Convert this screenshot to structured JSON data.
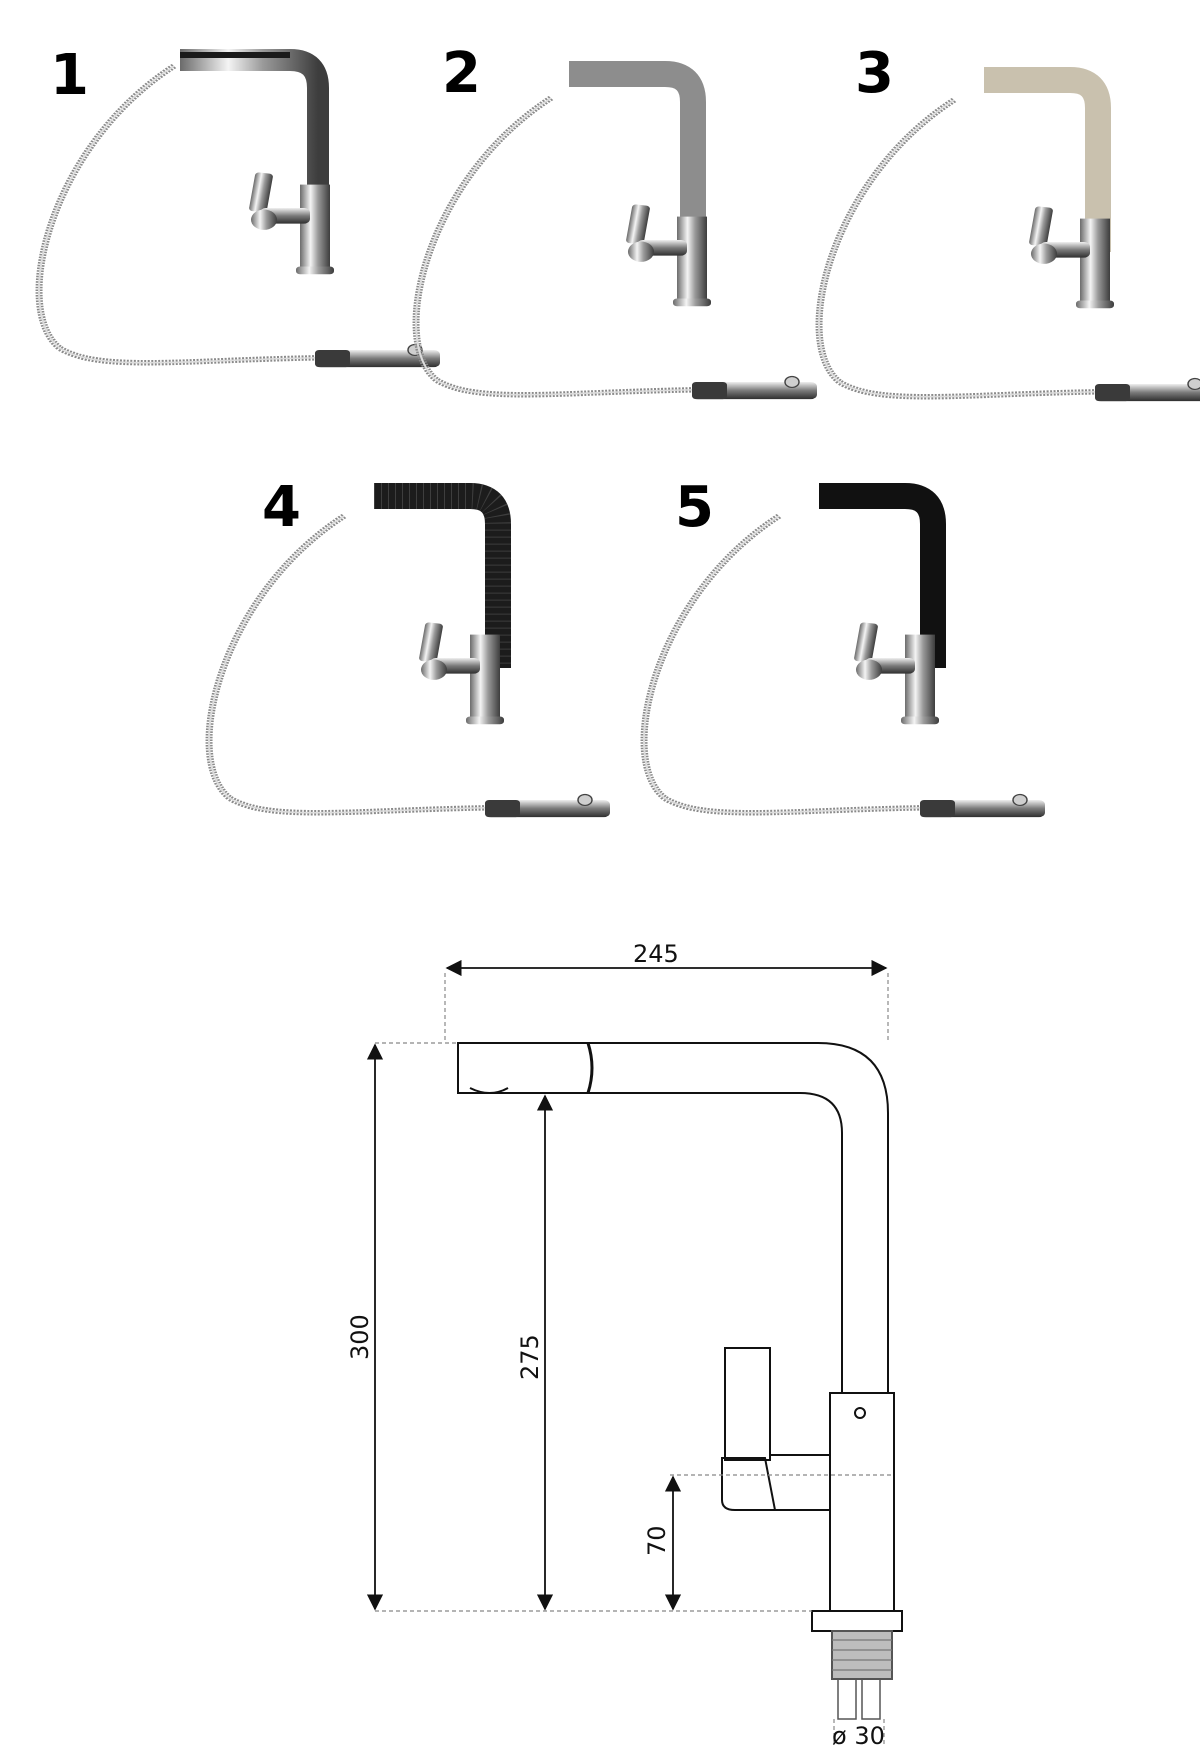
{
  "variants": [
    {
      "number": "1",
      "color": "#2a2a2a"
    },
    {
      "number": "2",
      "color": "#8d8d8d"
    },
    {
      "number": "3",
      "color": "#c9c1ae"
    },
    {
      "number": "4",
      "color": "#1c1c1c"
    },
    {
      "number": "5",
      "color": "#111111"
    }
  ],
  "dimensions": {
    "width": "245",
    "height_total": "300",
    "height_spout": "275",
    "height_lever": "70",
    "diameter": "ø 30"
  },
  "colors": {
    "chrome_light": "#f4f4f4",
    "chrome_dark": "#5a5a5a",
    "hose": "#8a8a8a",
    "drawing_line": "#111111"
  }
}
